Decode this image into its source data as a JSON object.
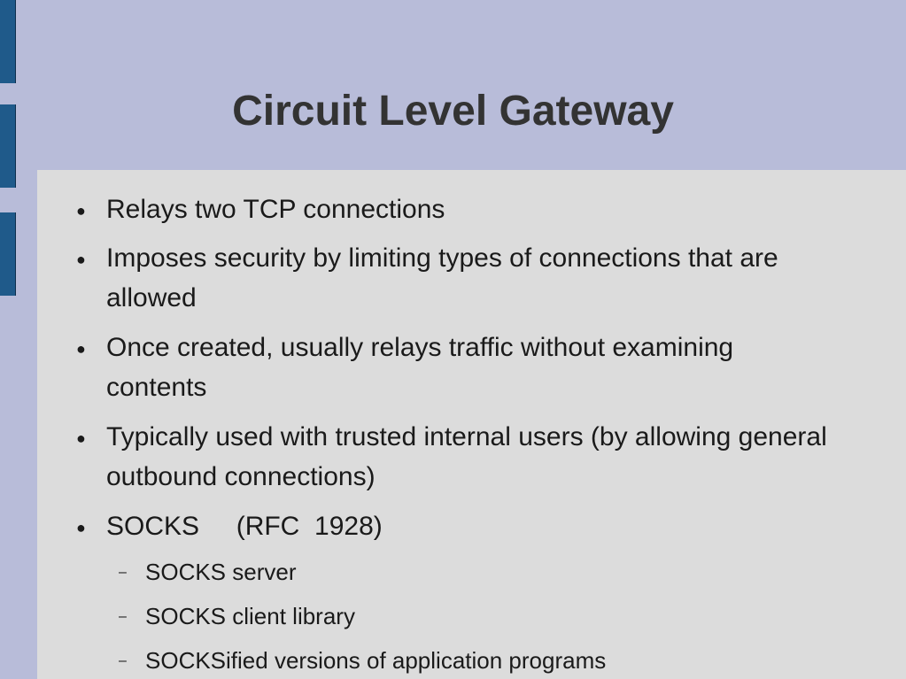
{
  "slide": {
    "title": "Circuit Level Gateway",
    "bullet_symbol": "●",
    "sub_bullet_symbol": "–",
    "bullets": [
      {
        "text": "Relays two TCP connections"
      },
      {
        "text": "Imposes security by limiting types of  connections that are allowed"
      },
      {
        "text": "Once created, usually relays traffic without examining contents"
      },
      {
        "text": "Typically used with trusted internal users (by allowing general outbound connections)"
      },
      {
        "text": "SOCKS     (RFC  1928)"
      }
    ],
    "sub_bullets": [
      {
        "text": "SOCKS server"
      },
      {
        "text": "SOCKS client library"
      },
      {
        "text": "SOCKSified versions of application programs"
      }
    ]
  }
}
